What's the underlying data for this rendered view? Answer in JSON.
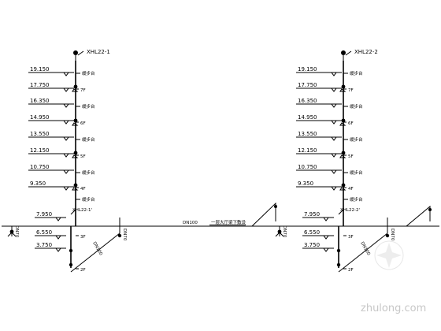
{
  "main_pipe": {
    "dn_label": "DN100",
    "note": "一层大厅梁下敷设"
  },
  "risers": [
    {
      "top_label": "XHL22-1",
      "bottom_label": "XHL22-1'",
      "elevations": [
        "19.150",
        "17.750",
        "16.350",
        "14.950",
        "13.550",
        "12.150",
        "10.750",
        "9.350",
        "7.950",
        "6.550",
        "3.750"
      ],
      "floors": [
        "7F",
        "6F",
        "5F",
        "4F",
        "3F",
        "2F"
      ],
      "landing_label": "缓步台",
      "branch_dn": "DN100",
      "left_stub_dn": "DN70",
      "right_stub_dn": "DN70"
    },
    {
      "top_label": "XHL22-2",
      "bottom_label": "XHL22-2'",
      "elevations": [
        "19.150",
        "17.750",
        "16.350",
        "14.950",
        "13.550",
        "12.150",
        "10.750",
        "9.350",
        "7.950",
        "6.550",
        "3.750"
      ],
      "floors": [
        "7F",
        "6F",
        "5F",
        "4F",
        "3F",
        "2F"
      ],
      "landing_label": "缓步台",
      "branch_dn": "DN100",
      "left_stub_dn": "DN70",
      "right_stub_dn": "DN70"
    }
  ],
  "watermark": {
    "text": "zhulong.com"
  }
}
